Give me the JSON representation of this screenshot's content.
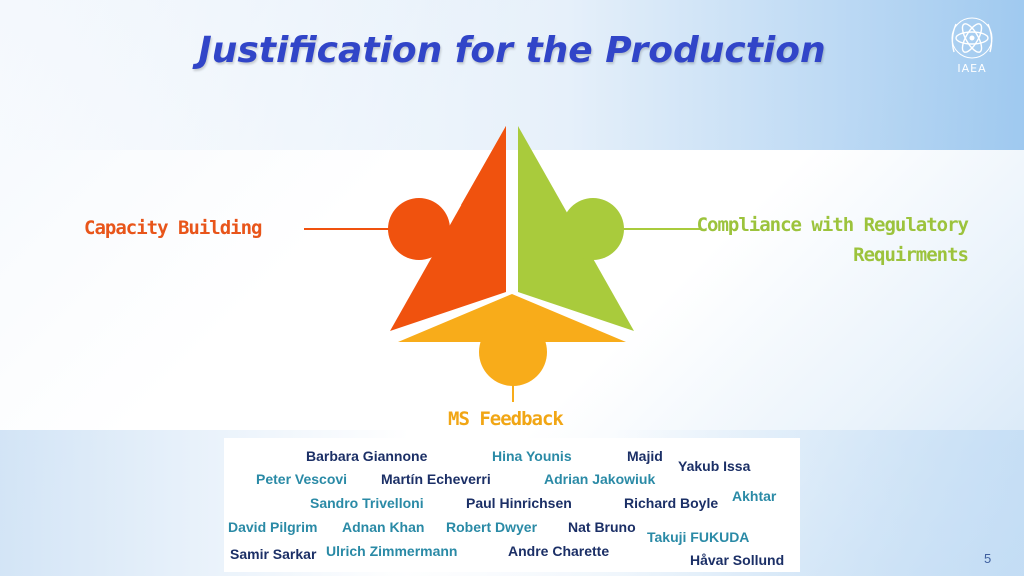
{
  "slide": {
    "title": "Justification for the Production",
    "logo_text": "IAEA",
    "page_number": "5"
  },
  "diagram": {
    "labels": {
      "capacity": "Capacity Building",
      "compliance_line1": "Compliance with Regulatory",
      "compliance_line2": "Requirments",
      "ms_feedback": "MS Feedback"
    },
    "colors": {
      "orange": "#f0520e",
      "green": "#a9cb3c",
      "yellow": "#f8ac1a"
    }
  },
  "names": {
    "barbara": "Barbara Giannone",
    "hina": "Hina Younis",
    "majid": "Majid",
    "yakub": "Yakub Issa",
    "peter": "Peter Vescovi",
    "martin": "Martín Echeverri",
    "adrian": "Adrian Jakowiuk",
    "sandro": "Sandro Trivelloni",
    "paul": "Paul Hinrichsen",
    "richard": "Richard Boyle",
    "akhtar": "Akhtar",
    "david": "David Pilgrim",
    "adnan": "Adnan Khan",
    "robert": "Robert Dwyer",
    "nat": "Nat Bruno",
    "takuji": "Takuji FUKUDA",
    "samir": "Samir Sarkar",
    "ulrich": "Ulrich Zimmermann",
    "andre": "Andre Charette",
    "havar": "Håvar Sollund"
  }
}
